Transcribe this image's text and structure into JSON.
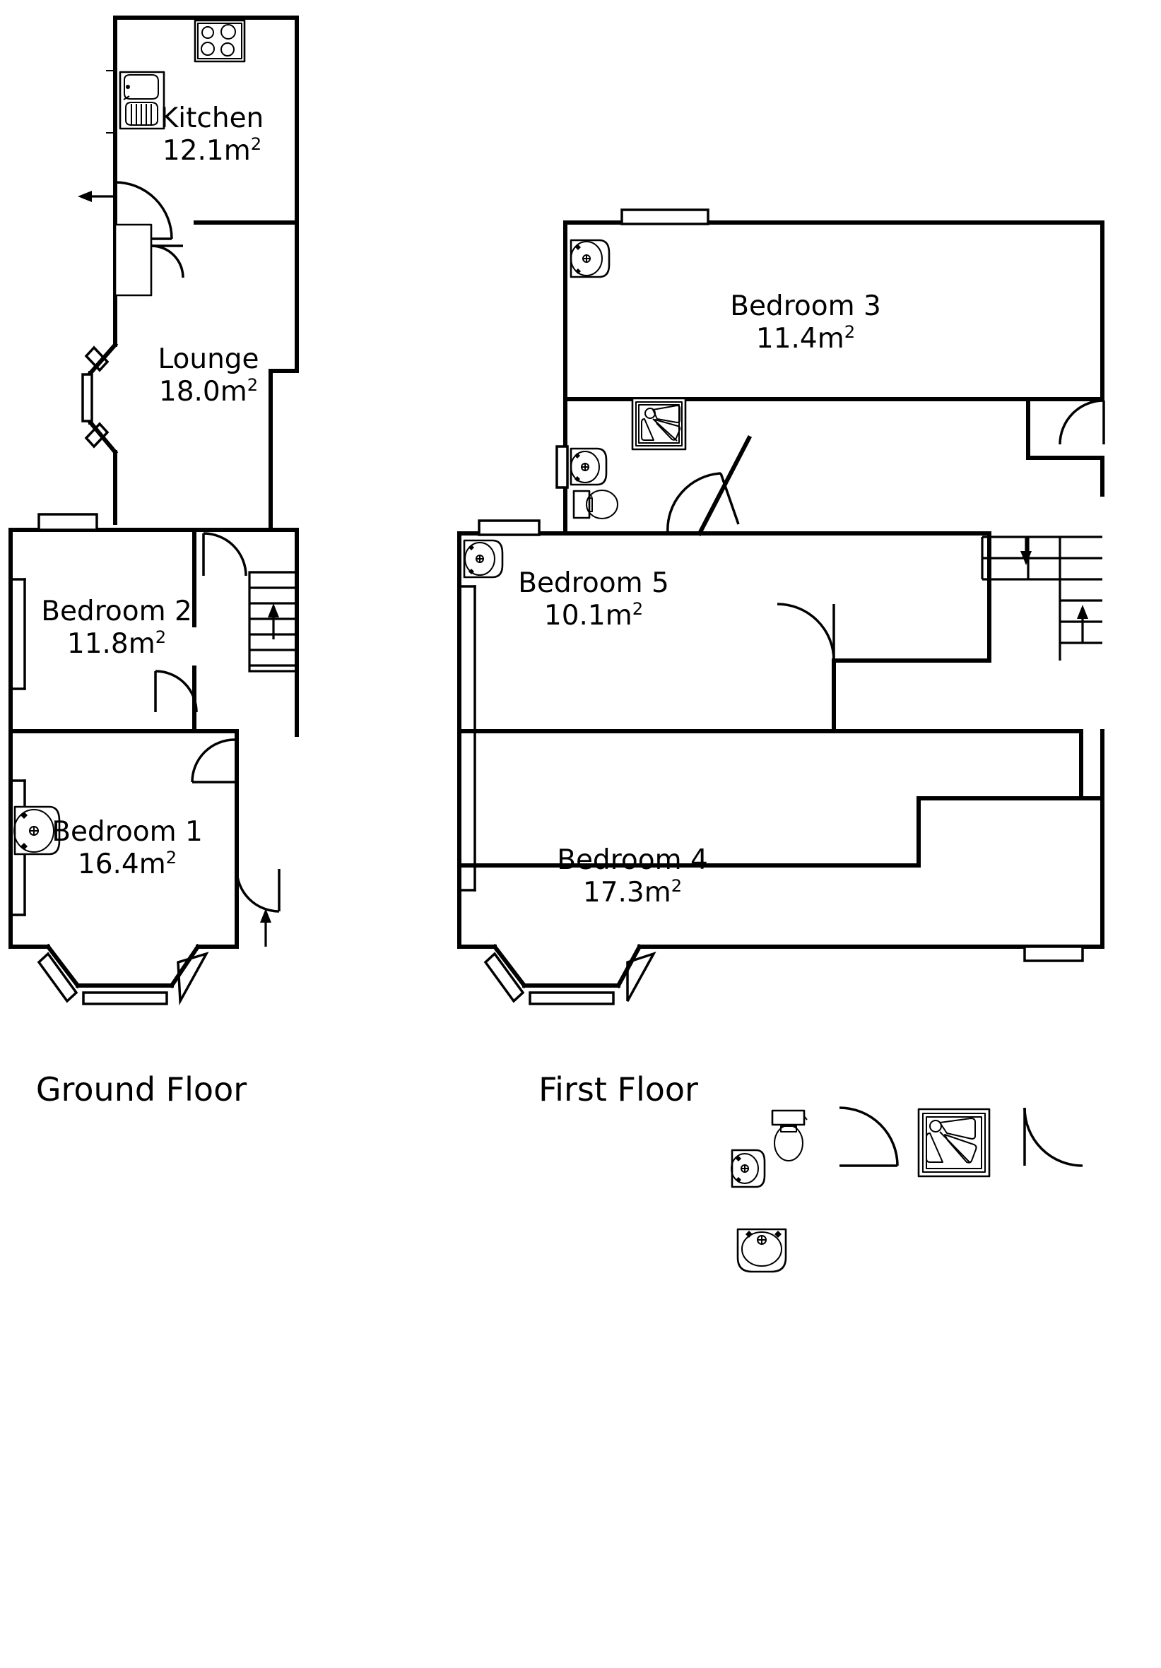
{
  "document": {
    "type": "floor-plan",
    "floors": [
      {
        "id": "ground",
        "title": "Ground Floor",
        "rooms": [
          {
            "id": "kitchen",
            "name": "Kitchen",
            "area": "12.1m",
            "area_unit_sup": "2"
          },
          {
            "id": "lounge",
            "name": "Lounge",
            "area": "18.0m",
            "area_unit_sup": "2"
          },
          {
            "id": "bedroom2",
            "name": "Bedroom 2",
            "area": "11.8m",
            "area_unit_sup": "2"
          },
          {
            "id": "bedroom1",
            "name": "Bedroom 1",
            "area": "16.4m",
            "area_unit_sup": "2"
          }
        ],
        "fixtures": [
          {
            "name": "kitchen-sink-icon"
          },
          {
            "name": "hob-icon"
          },
          {
            "name": "wash-basin-icon"
          }
        ],
        "features": [
          {
            "name": "staircase-up",
            "direction": "up"
          },
          {
            "name": "entrance-arrow",
            "direction": "left"
          },
          {
            "name": "front-door-arrow",
            "direction": "up"
          },
          {
            "name": "bay-window"
          },
          {
            "name": "splay-bay-window"
          }
        ]
      },
      {
        "id": "first",
        "title": "First Floor",
        "rooms": [
          {
            "id": "bedroom3",
            "name": "Bedroom 3",
            "area": "11.4m",
            "area_unit_sup": "2"
          },
          {
            "id": "bedroom5",
            "name": "Bedroom 5",
            "area": "10.1m",
            "area_unit_sup": "2"
          },
          {
            "id": "bedroom4",
            "name": "Bedroom 4",
            "area": "17.3m",
            "area_unit_sup": "2"
          }
        ],
        "fixtures": [
          {
            "name": "wash-basin-icon"
          },
          {
            "name": "shower-tray-icon"
          },
          {
            "name": "toilet-icon"
          }
        ],
        "features": [
          {
            "name": "staircase-down",
            "direction": "down"
          },
          {
            "name": "staircase-up",
            "direction": "up"
          },
          {
            "name": "bay-window"
          }
        ]
      }
    ]
  },
  "style": {
    "line_color": "#000000",
    "background_color": "#ffffff"
  }
}
